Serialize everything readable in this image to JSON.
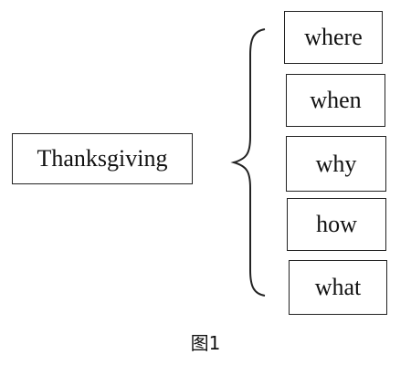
{
  "diagram": {
    "main_label": "Thanksgiving",
    "items": [
      "where",
      "when",
      "why",
      "how",
      "what"
    ]
  },
  "caption": "图1"
}
